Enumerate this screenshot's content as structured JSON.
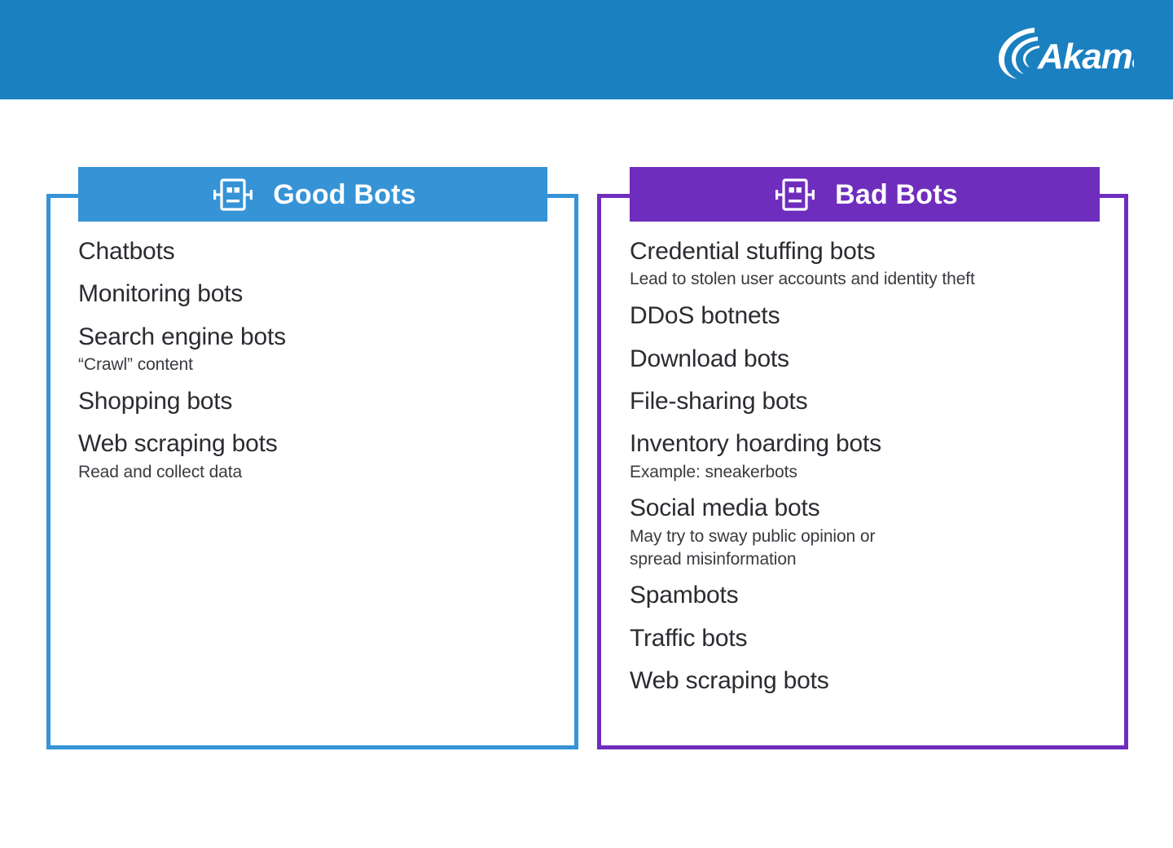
{
  "banner": {
    "brand": "Akamai",
    "logo_icon": "akamai-swoosh-logo",
    "background_color": "#1b80c0"
  },
  "cards": [
    {
      "id": "good-bots",
      "title": "Good Bots",
      "icon": "robot-head-icon",
      "accent_color": "#3593d6",
      "items": [
        {
          "label": "Chatbots",
          "sub": ""
        },
        {
          "label": "Monitoring bots",
          "sub": ""
        },
        {
          "label": "Search engine bots",
          "sub": "“Crawl” content"
        },
        {
          "label": "Shopping bots",
          "sub": ""
        },
        {
          "label": "Web scraping bots",
          "sub": "Read and collect data"
        }
      ]
    },
    {
      "id": "bad-bots",
      "title": "Bad Bots",
      "icon": "robot-head-icon",
      "accent_color": "#6f2dbd",
      "items": [
        {
          "label": "Credential stuffing bots",
          "sub": "Lead to stolen user accounts and identity theft"
        },
        {
          "label": "DDoS botnets",
          "sub": ""
        },
        {
          "label": "Download bots",
          "sub": ""
        },
        {
          "label": "File-sharing bots",
          "sub": ""
        },
        {
          "label": "Inventory hoarding bots",
          "sub": "Example: sneakerbots"
        },
        {
          "label": "Social media bots",
          "sub": "May try to sway public opinion or\nspread misinformation"
        },
        {
          "label": "Spambots",
          "sub": ""
        },
        {
          "label": "Traffic bots",
          "sub": ""
        },
        {
          "label": "Web scraping bots",
          "sub": ""
        }
      ]
    }
  ]
}
